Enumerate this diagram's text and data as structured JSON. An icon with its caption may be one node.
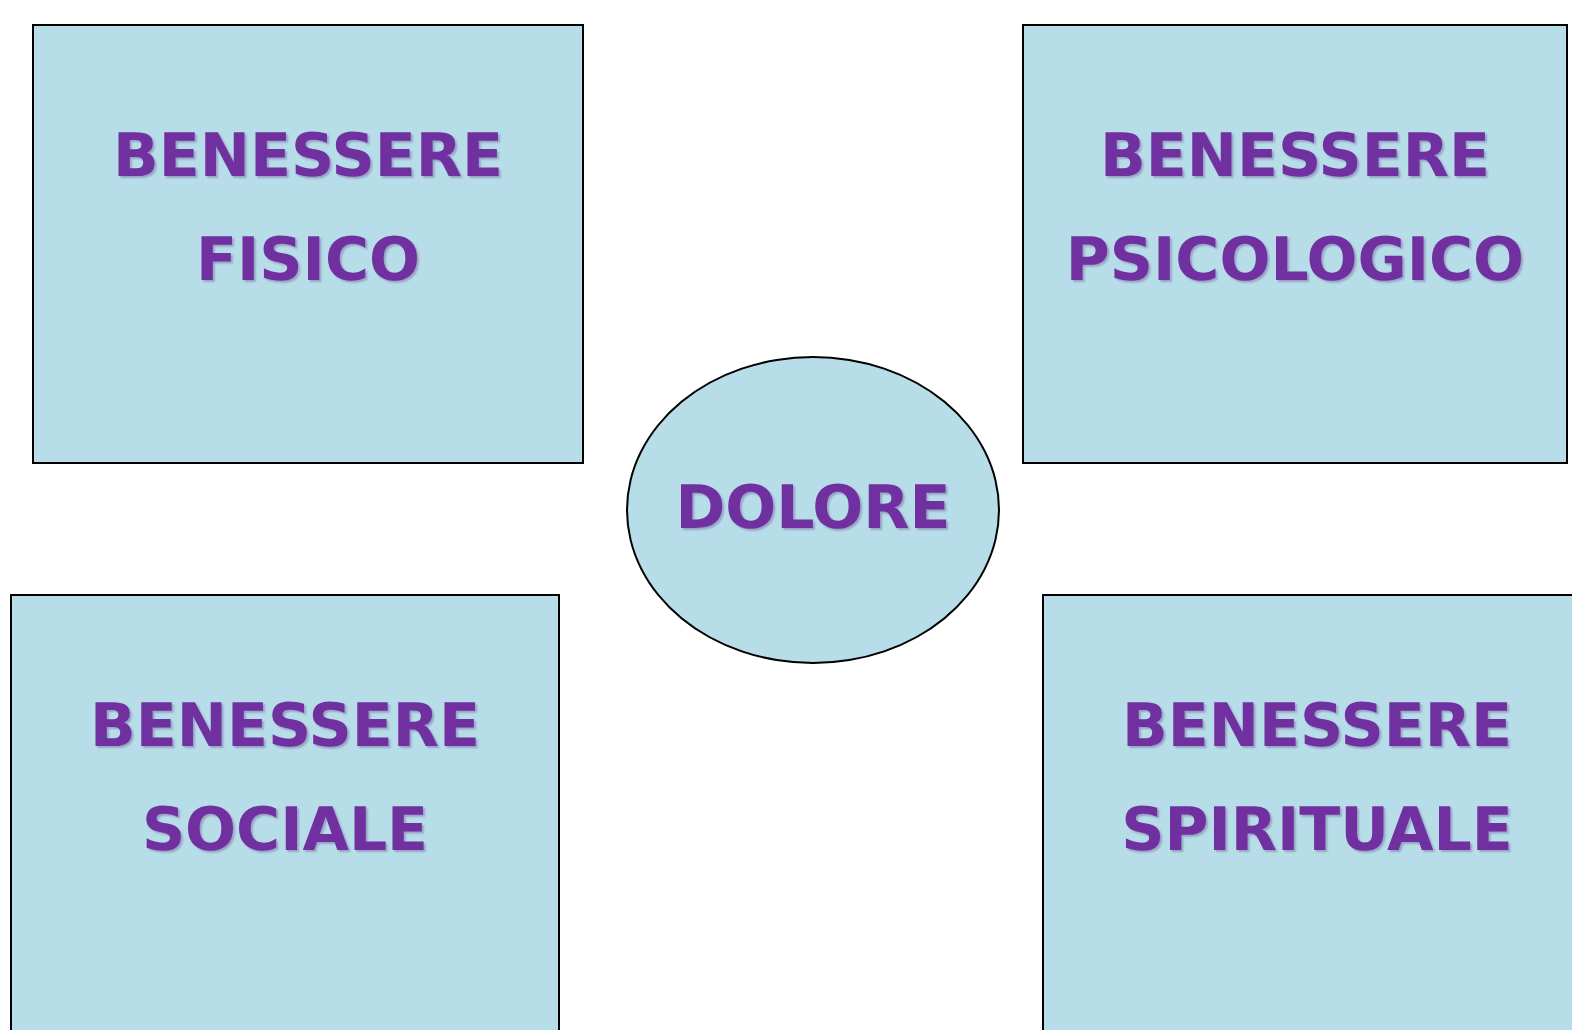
{
  "diagram": {
    "nodes": [
      {
        "text": [
          "BENESSERE FISICO"
        ]
      },
      {
        "text": [
          "BENESSERE PSICOLOGICO"
        ]
      },
      {
        "text": [
          "DOLORE"
        ]
      },
      {
        "text": [
          "BENESSERE SOCIALE"
        ]
      },
      {
        "text": [
          "BENESSERE SPIRITUALE"
        ]
      }
    ]
  }
}
